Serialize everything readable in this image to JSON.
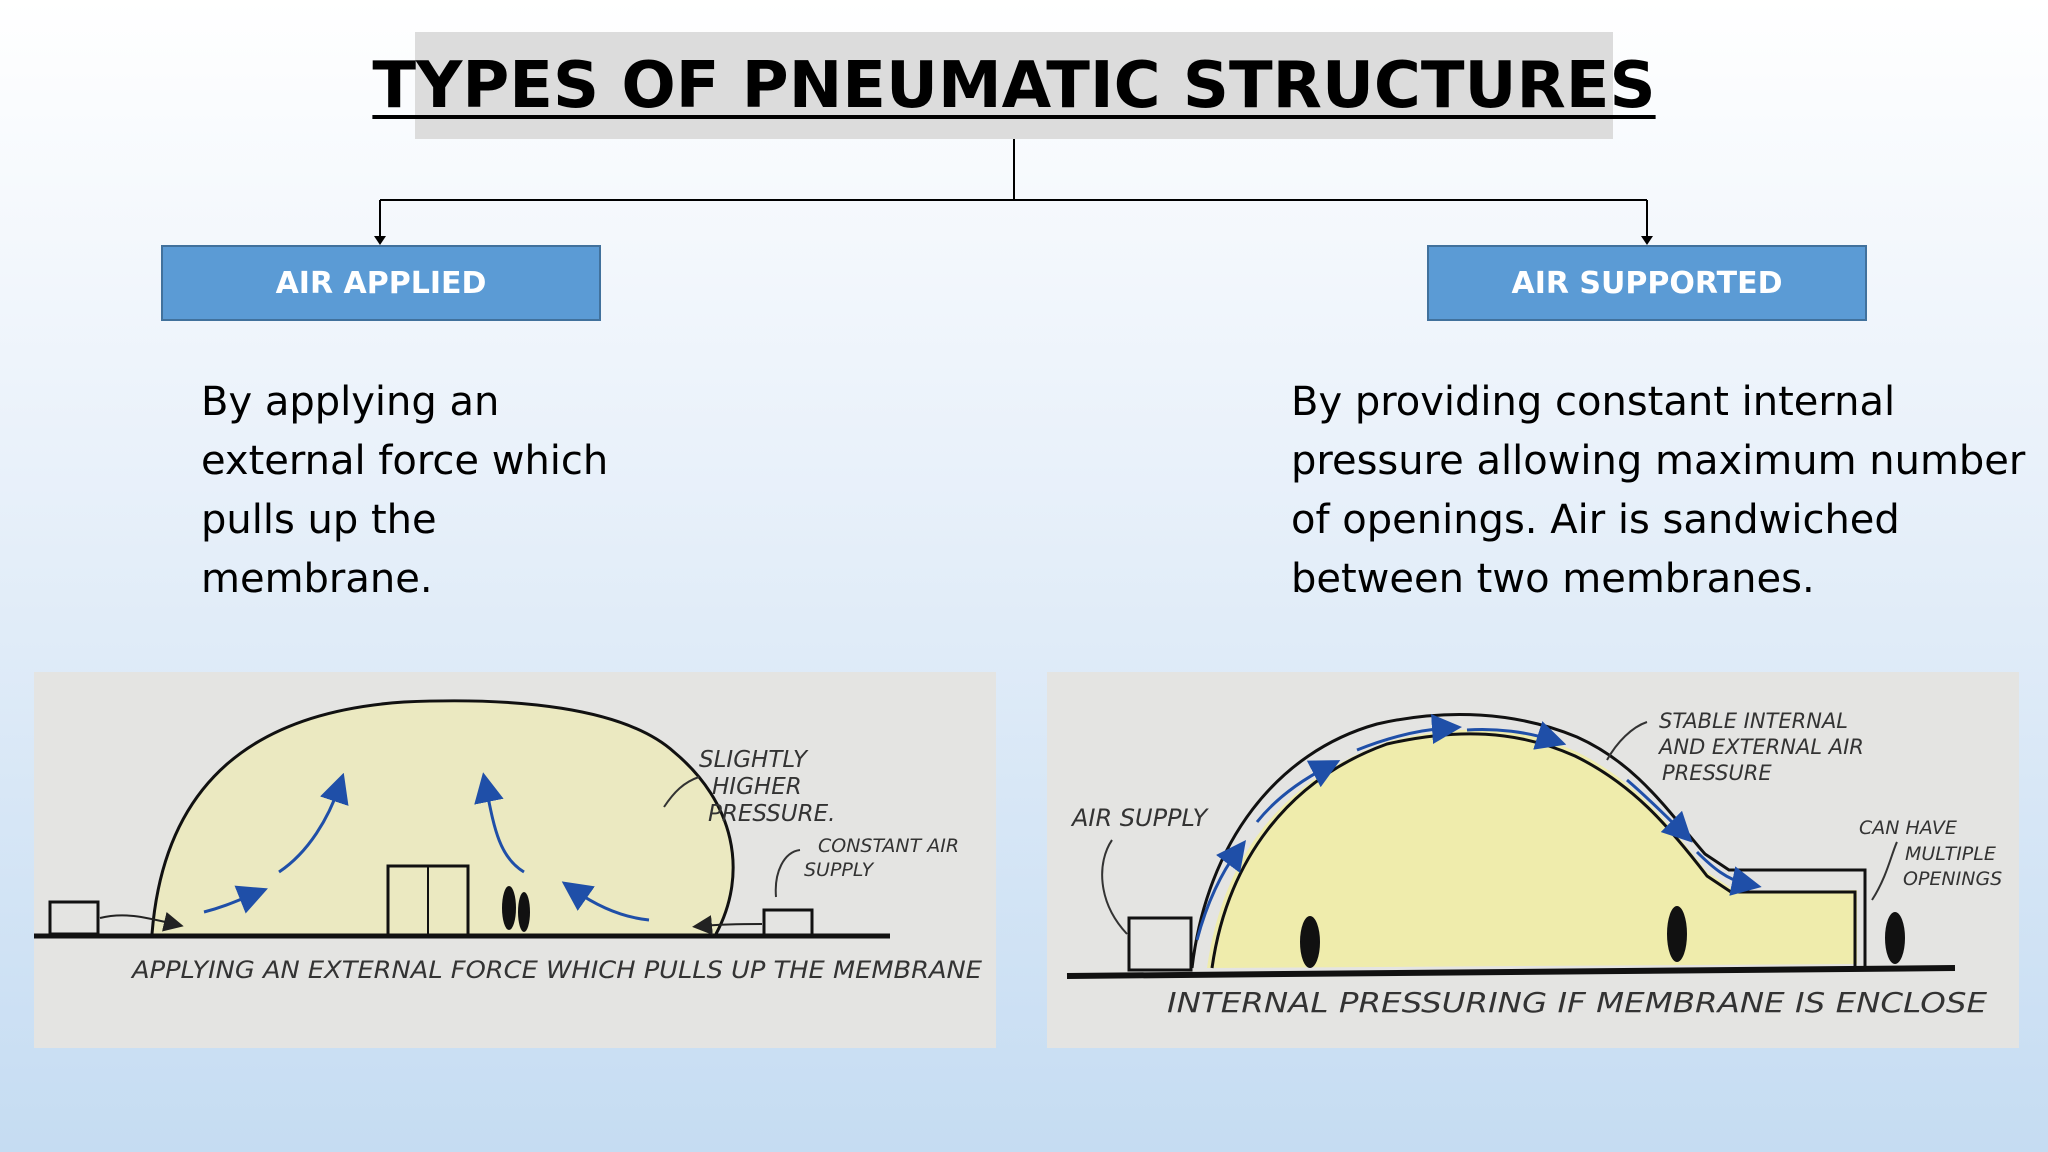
{
  "title": "TYPES OF PNEUMATIC STRUCTURES",
  "categories": [
    {
      "label": "AIR APPLIED",
      "description_lines": [
        "By applying an",
        "external force which",
        "pulls up the",
        "membrane."
      ],
      "sketch": {
        "annotations": [
          "SLIGHTLY",
          "HIGHER",
          "PRESSURE.",
          "CONSTANT AIR",
          "SUPPLY"
        ],
        "caption": "APPLYING AN EXTERNAL FORCE WHICH PULLS UP THE MEMBRANE"
      }
    },
    {
      "label": "AIR SUPPORTED",
      "description_lines": [
        "By providing constant internal",
        "pressure allowing maximum number",
        "of openings. Air is sandwiched",
        "between two membranes."
      ],
      "sketch": {
        "annotations": [
          "AIR SUPPLY",
          "STABLE INTERNAL",
          "AND EXTERNAL AIR",
          "PRESSURE",
          "CAN HAVE",
          "MULTIPLE",
          "OPENINGS"
        ],
        "caption": "INTERNAL PRESSURING IF MEMBRANE IS ENCLOSE"
      }
    }
  ],
  "colors": {
    "category_fill": "#5b9bd5",
    "title_fill": "#dcdcdc",
    "arrow_blue": "#1f4fa8",
    "membrane_yellow": "#f3ef9a"
  }
}
